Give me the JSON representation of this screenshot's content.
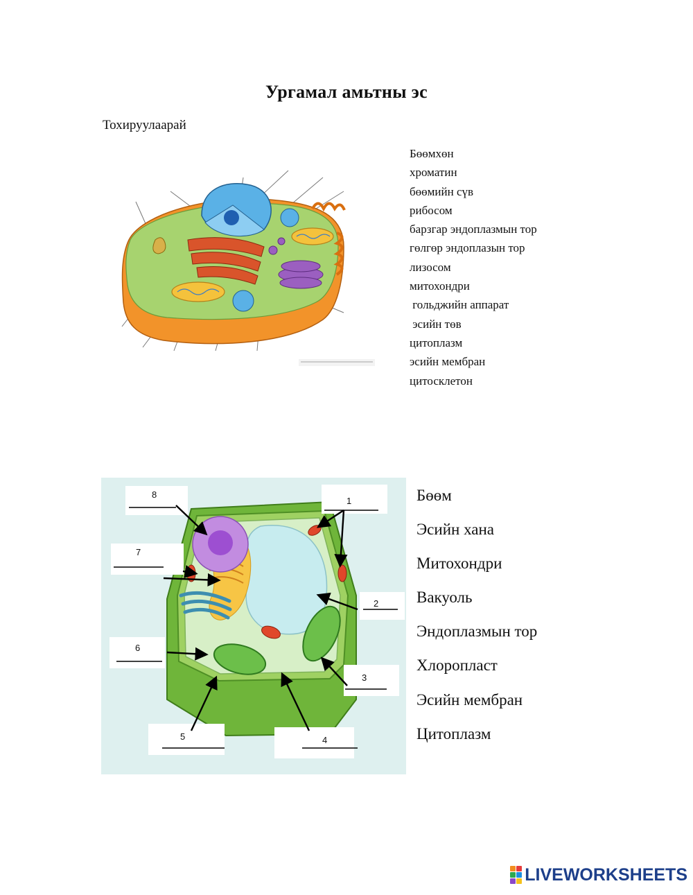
{
  "title": "Ургамал амьтны эс",
  "subtitle": "Тохируулаарай",
  "animal_terms": [
    "Бөөмхөн",
    "хроматин",
    "бөөмийн сүв",
    "рибосом",
    "барзгар эндоплазмын тор",
    "гөлгөр эндоплазын тор",
    "лизосом",
    "митохондри",
    " гольджийн аппарат",
    " эсийн төв",
    "цитоплазм",
    "эсийн мембран",
    "цитосклетон"
  ],
  "plant_terms": [
    "Бөөм",
    "Эсийн хана",
    "Митохондри",
    "Вакуоль",
    "Эндоплазмын тор",
    "Хлоропласт",
    "Эсийн мембран",
    "Цитоплазм"
  ],
  "plant_labels": [
    "1",
    "2",
    "3",
    "4",
    "5",
    "6",
    "7",
    "8"
  ],
  "logo": {
    "text": "LIVEWORKSHEETS"
  },
  "colors": {
    "cell_wall_green": "#7fc241",
    "cytoplasm_green": "#a7d36f",
    "nucleus_blue": "#5ab1e6",
    "membrane_orange": "#f2932a",
    "mitochondria_red": "#e0472a",
    "golgi_purple": "#9b5fc0",
    "plant_bg": "#def0ef",
    "logo_blue": "#1d3f8a"
  }
}
